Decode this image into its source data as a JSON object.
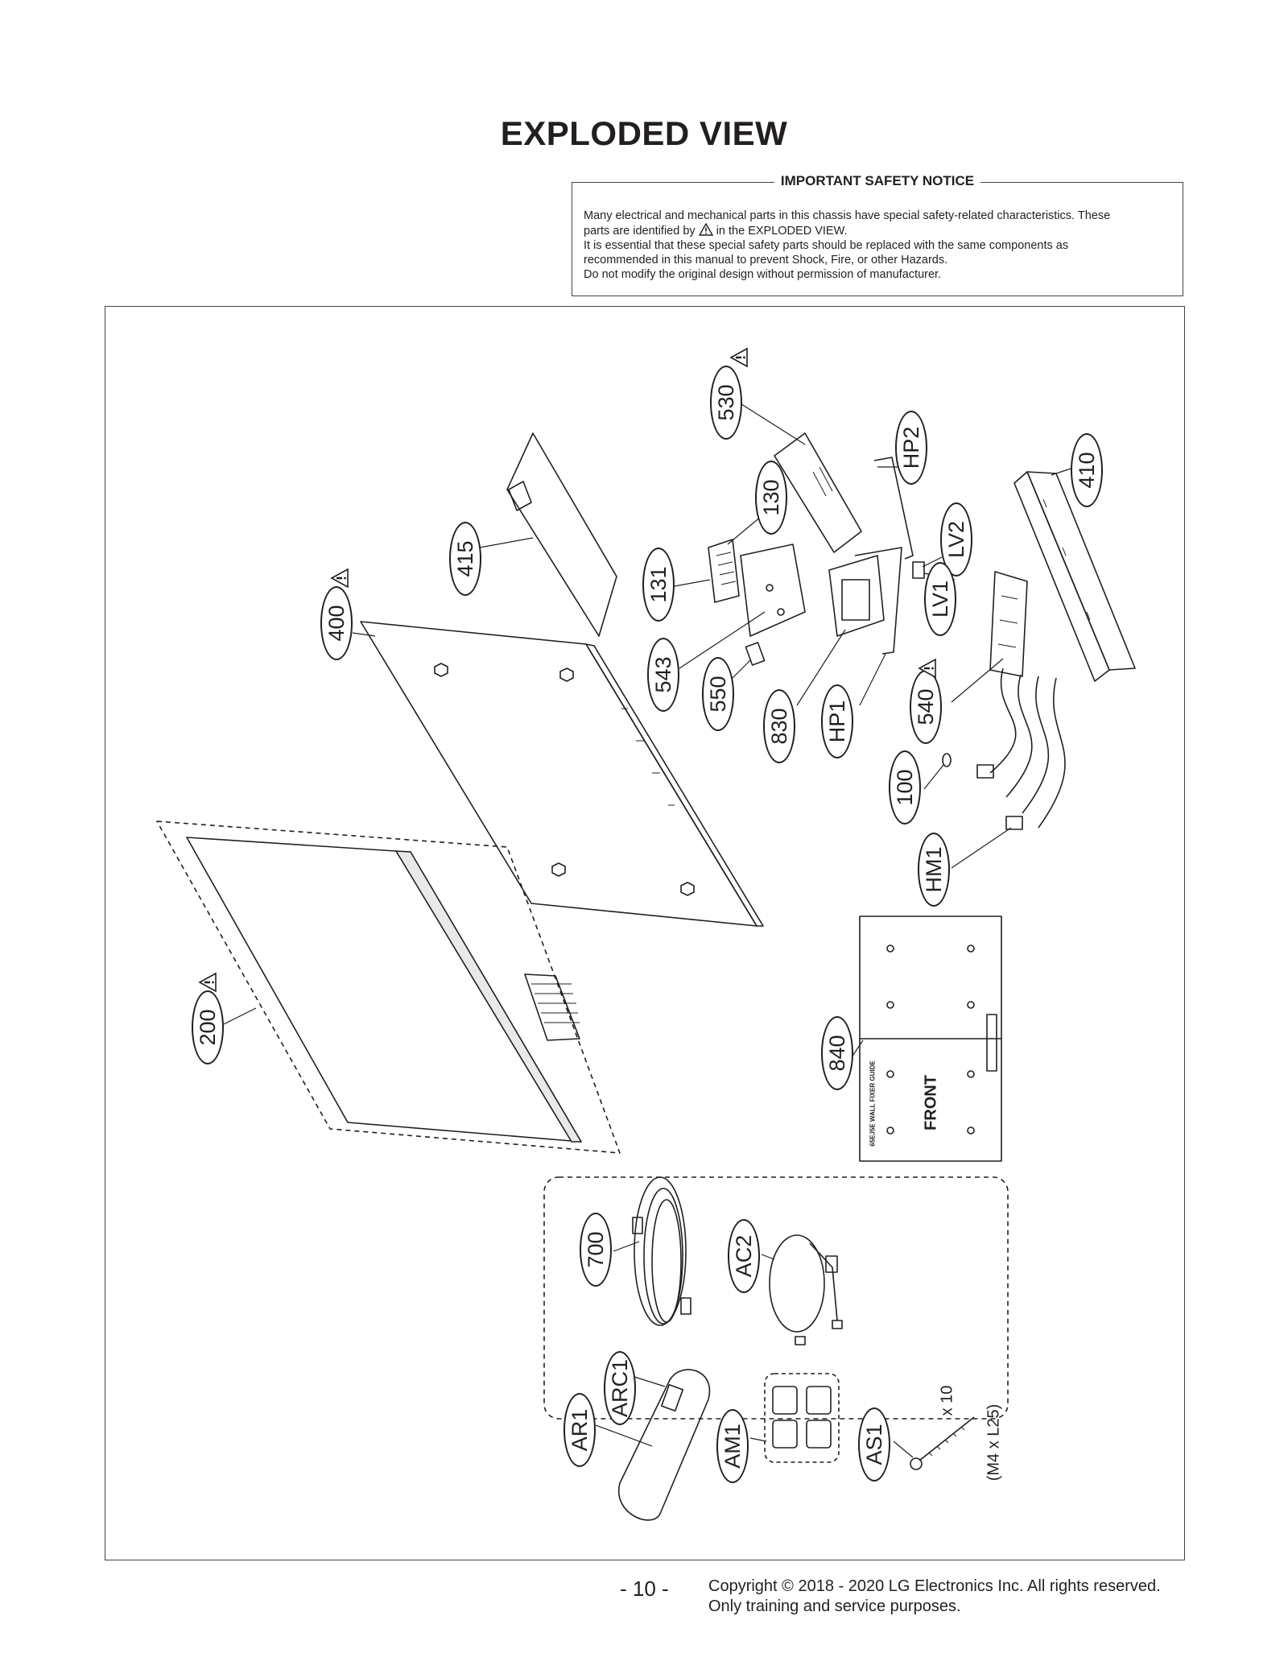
{
  "title": "EXPLODED VIEW",
  "notice": {
    "heading": "IMPORTANT SAFETY NOTICE",
    "line1": "Many electrical and mechanical parts in this chassis have special safety-related characteristics. These",
    "line2_before": "parts are identified by",
    "line2_after": "in the EXPLODED VIEW.",
    "line3": "It is essential that these special safety parts should be replaced with the same components as",
    "line4": "recommended in this manual to prevent Shock, Fire, or other Hazards.",
    "line5": "Do not modify the original design without permission of manufacturer."
  },
  "callouts": {
    "p530": "530",
    "p130": "130",
    "p131": "131",
    "p415": "415",
    "p400": "400",
    "p543": "543",
    "p550": "550",
    "p830": "830",
    "pHP1": "HP1",
    "pHP2": "HP2",
    "pLV2": "LV2",
    "pLV1": "LV1",
    "p410": "410",
    "p540": "540",
    "p100": "100",
    "pHM1": "HM1",
    "p200": "200",
    "p840": "840",
    "p700": "700",
    "pAC2": "AC2",
    "pARC1": "ARC1",
    "pAR1": "AR1",
    "pAM1": "AM1",
    "pAS1": "AS1"
  },
  "wall_guide": {
    "front_label": "FRONT",
    "guide_label": "65EJ5E WALL FIXER GUIDE"
  },
  "screw": {
    "quantity": "x 10",
    "size": "(M4 x L25)"
  },
  "footer": {
    "page": "- 10 -",
    "copyright1": "Copyright © 2018 - 2020 LG Electronics Inc. All rights reserved.",
    "copyright2": "Only training and service purposes."
  }
}
